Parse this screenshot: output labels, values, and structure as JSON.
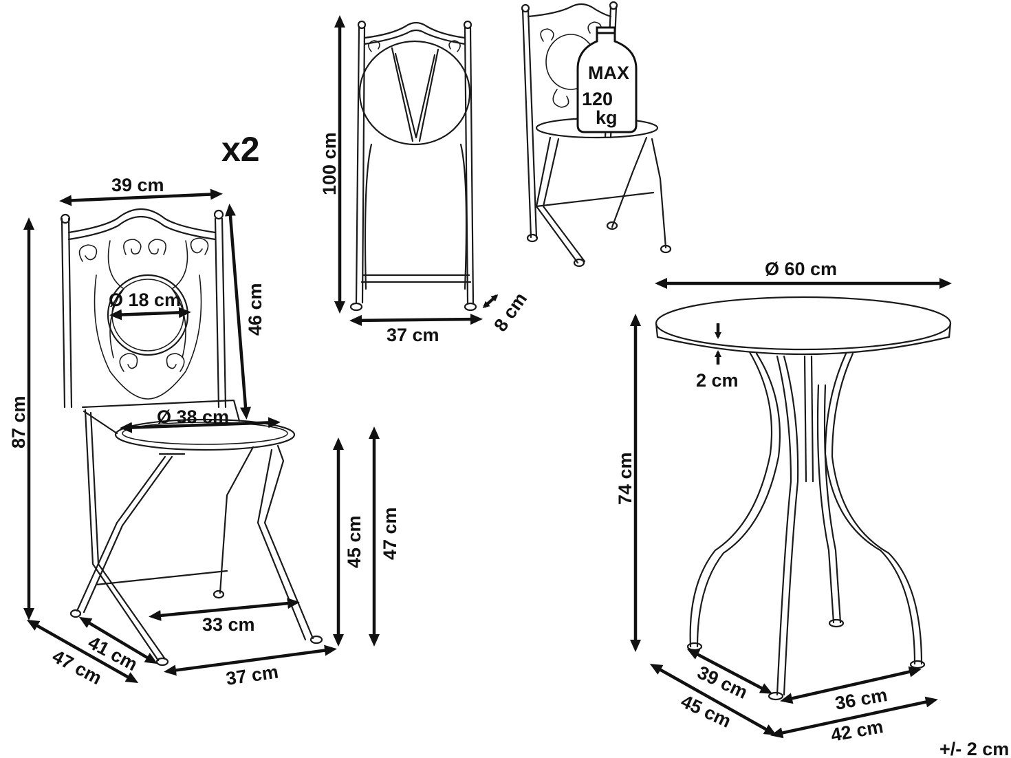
{
  "multiplier": "x2",
  "tolerance": "+/- 2 cm",
  "weight_badge": {
    "line1": "MAX",
    "line2": "120",
    "line3": "kg"
  },
  "chair_dimensions": {
    "backrest_width": "39 cm",
    "medallion_diameter": "Ø 18 cm",
    "backrest_height": "46 cm",
    "total_height": "87 cm",
    "seat_diameter": "Ø 38 cm",
    "seat_height": "45 cm",
    "seat_top_height": "47 cm",
    "inner_leg_width": "33 cm",
    "foot_width": "37 cm",
    "inner_depth": "41 cm",
    "outer_depth": "47 cm"
  },
  "folded_chair_dimensions": {
    "height": "100 cm",
    "width": "37 cm",
    "depth": "8 cm"
  },
  "table_dimensions": {
    "top_diameter": "Ø 60 cm",
    "top_thickness": "2 cm",
    "height": "74 cm",
    "leg_span_inner_a": "39 cm",
    "leg_span_inner_b": "36 cm",
    "leg_span_outer_a": "45 cm",
    "leg_span_outer_b": "42 cm"
  }
}
